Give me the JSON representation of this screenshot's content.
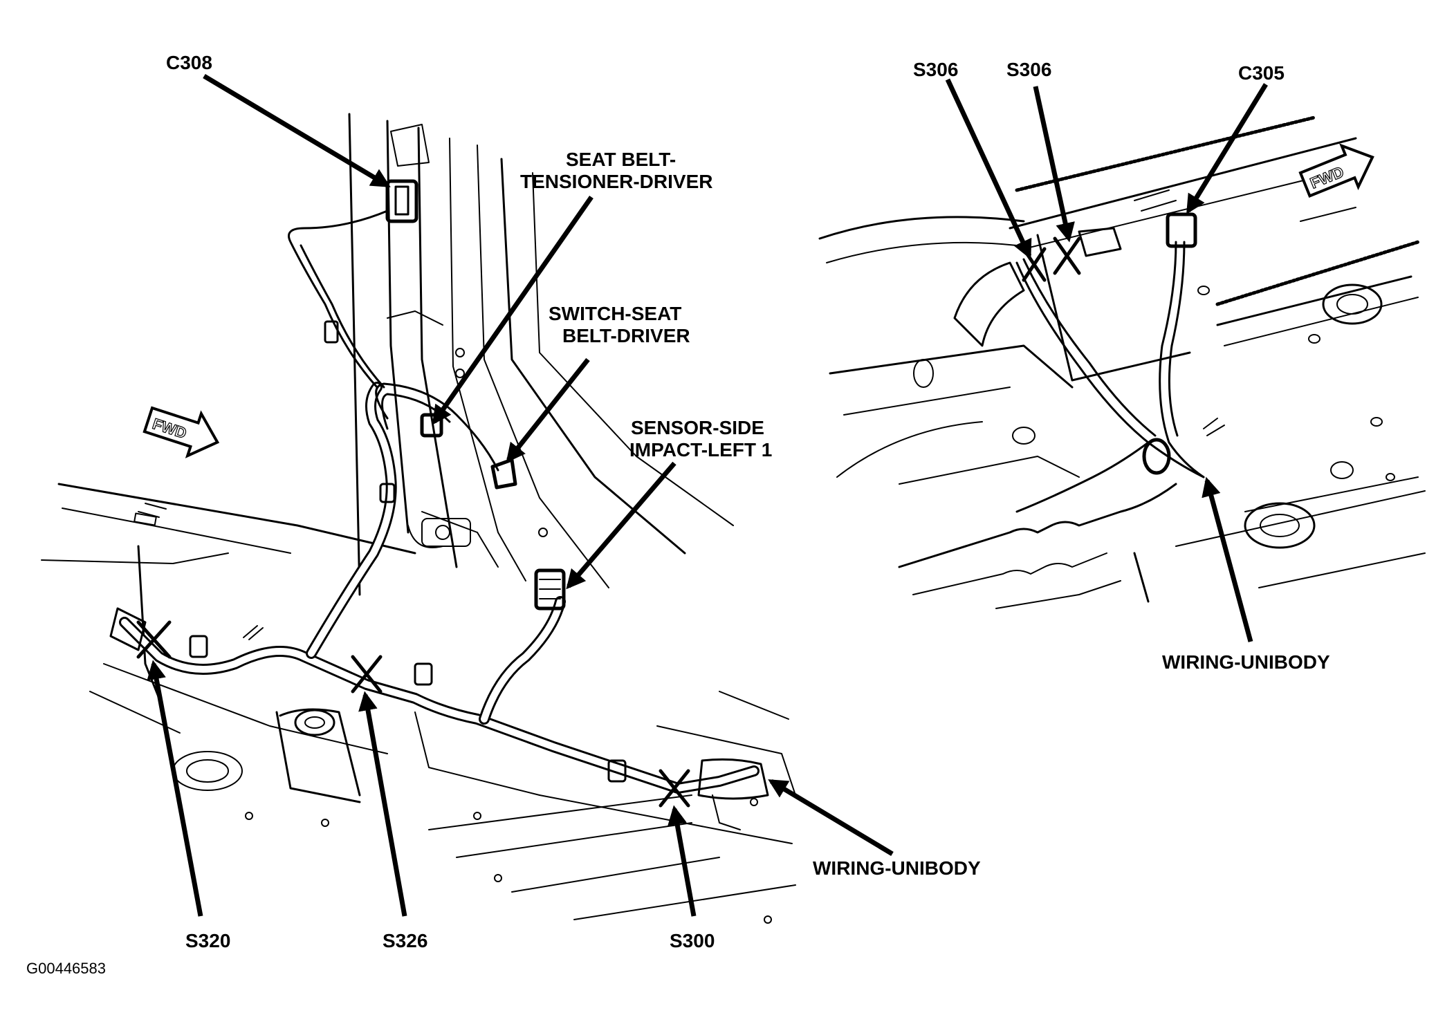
{
  "figure_id": "G00446583",
  "left_view": {
    "fwd_label": "FWD",
    "labels": {
      "c308": "C308",
      "seat_belt_tensioner_line1": "SEAT BELT-",
      "seat_belt_tensioner_line2": "TENSIONER-DRIVER",
      "switch_seat_belt_line1": "SWITCH-SEAT",
      "switch_seat_belt_line2": "BELT-DRIVER",
      "sensor_side_line1": "SENSOR-SIDE",
      "sensor_side_line2": "IMPACT-LEFT 1",
      "wiring_unibody": "WIRING-UNIBODY",
      "s320": "S320",
      "s326": "S326",
      "s300": "S300"
    }
  },
  "right_view": {
    "fwd_label": "FWD",
    "labels": {
      "s306_a": "S306",
      "s306_b": "S306",
      "c305": "C305",
      "wiring_unibody": "WIRING-UNIBODY"
    }
  }
}
